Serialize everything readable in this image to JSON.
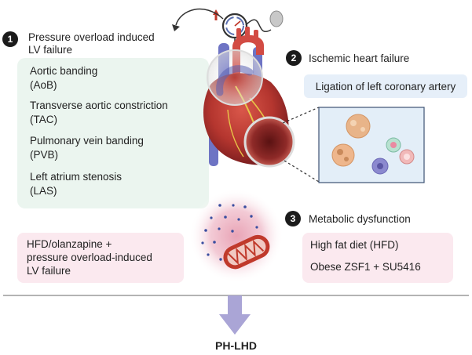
{
  "section1": {
    "number": "1",
    "heading_line1": "Pressure overload induced",
    "heading_line2": "LV failure",
    "items": [
      {
        "line1": "Aortic banding",
        "line2": "(AoB)"
      },
      {
        "line1": "Transverse aortic constriction",
        "line2": "(TAC)"
      },
      {
        "line1": "Pulmonary vein banding",
        "line2": "(PVB)"
      },
      {
        "line1": "Left atrium stenosis",
        "line2": "(LAS)"
      }
    ]
  },
  "section2": {
    "number": "2",
    "heading": "Ischemic heart failure",
    "item": "Ligation of left coronary artery"
  },
  "section3": {
    "number": "3",
    "heading": "Metabolic dysfunction",
    "items": [
      "High fat diet (HFD)",
      "Obese ZSF1 + SU5416"
    ]
  },
  "combo": {
    "line1": "HFD/olanzapine +",
    "line2": "pressure overload-induced",
    "line3": "LV failure"
  },
  "outcome": "PH-LHD",
  "colors": {
    "green_panel": "#ebf5ef",
    "blue_panel": "#e6eff9",
    "pink_panel": "#fbe9ef",
    "arrow": "#aaa5d6",
    "badge": "#1b1b1b"
  }
}
